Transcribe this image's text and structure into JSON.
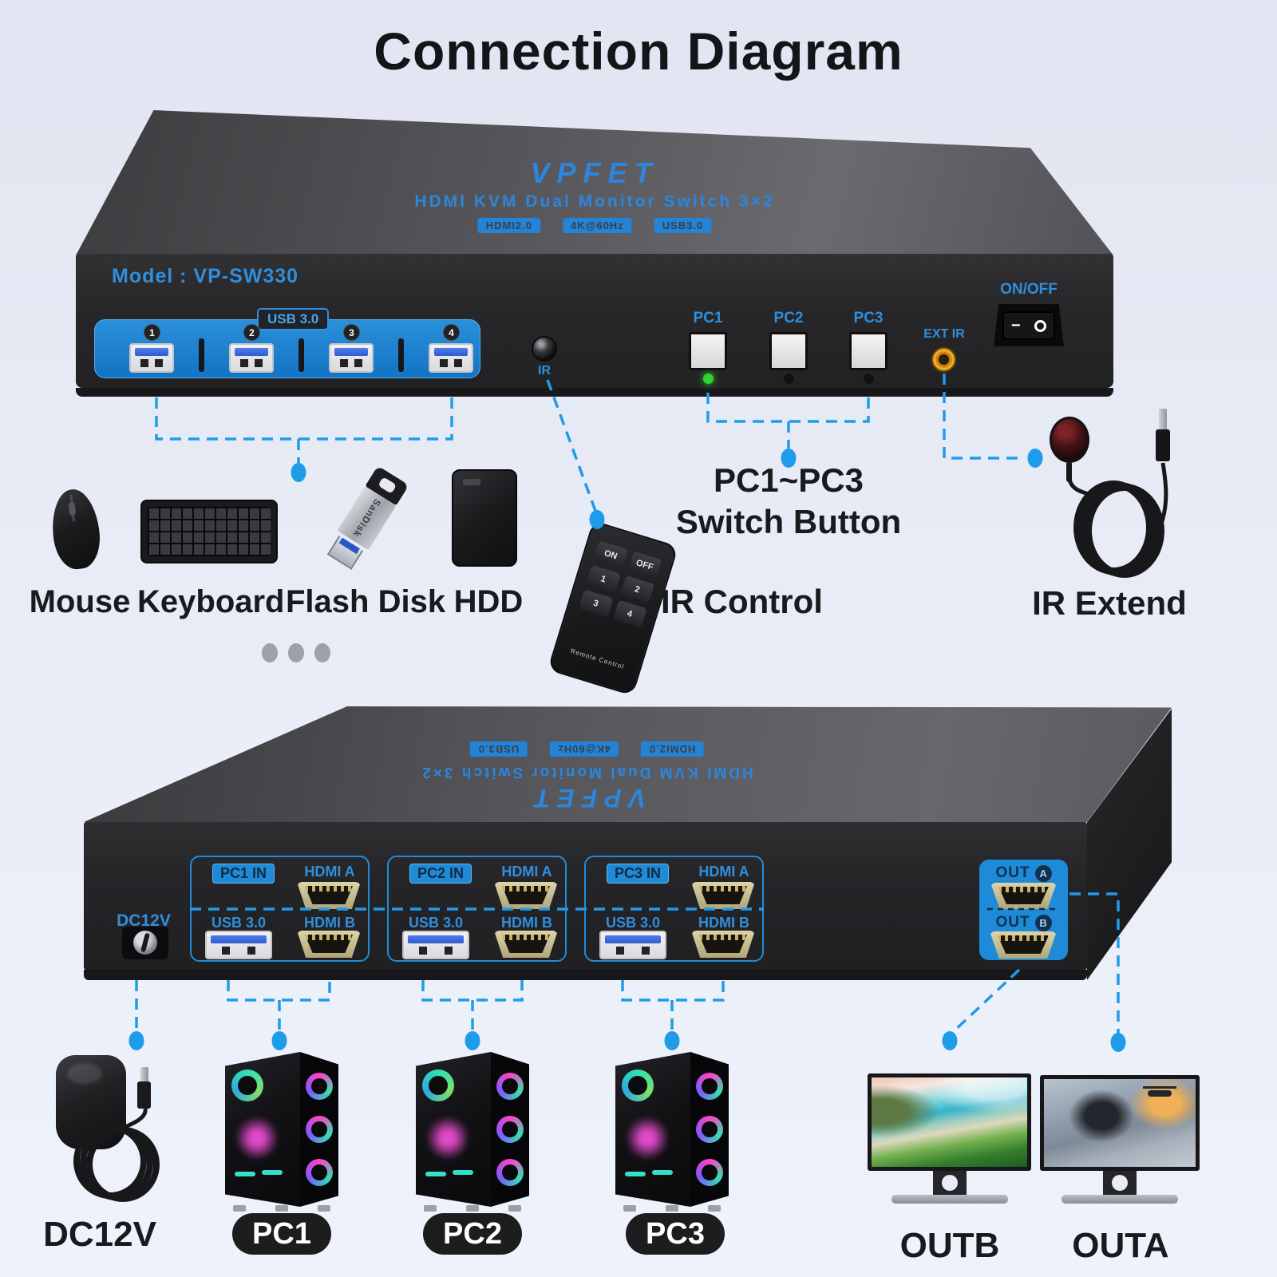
{
  "title": "Connection Diagram",
  "branding": {
    "logo": "VPFET",
    "product": "HDMI KVM Dual Monitor Switch 3×2",
    "badges": [
      "HDMI2.0",
      "4K@60Hz",
      "USB3.0"
    ]
  },
  "front_panel": {
    "model": "Model : VP-SW330",
    "usb_hub_label": "USB 3.0",
    "port_numbers": [
      "1",
      "2",
      "3",
      "4"
    ],
    "ir_label": "IR",
    "pc_buttons": [
      "PC1",
      "PC2",
      "PC3"
    ],
    "ext_ir_label": "EXT IR",
    "power_label": "ON/OFF",
    "rocker_marks": [
      "−",
      ""
    ]
  },
  "peripherals": {
    "mouse": "Mouse",
    "keyboard": "Keyboard",
    "flash_disk": "Flash Disk",
    "flash_brand": "SanDisk",
    "hdd": "HDD"
  },
  "callouts": {
    "switch_line1": "PC1~PC3",
    "switch_line2": "Switch Button",
    "ir_control": "IR Control",
    "ir_extend": "IR Extend"
  },
  "remote": {
    "buttons": [
      "ON",
      "OFF",
      "1",
      "2",
      "3",
      "4"
    ],
    "label": "Remote Control"
  },
  "rear_panel": {
    "dc_label": "DC12V",
    "groups": [
      {
        "label": "PC1 IN",
        "hdmi_a": "HDMI A",
        "usb": "USB 3.0",
        "hdmi_b": "HDMI B"
      },
      {
        "label": "PC2 IN",
        "hdmi_a": "HDMI A",
        "usb": "USB 3.0",
        "hdmi_b": "HDMI B"
      },
      {
        "label": "PC3 IN",
        "hdmi_a": "HDMI A",
        "usb": "USB 3.0",
        "hdmi_b": "HDMI B"
      }
    ],
    "out_word": "OUT",
    "out_a": "A",
    "out_b": "B"
  },
  "bottom_labels": {
    "dc": "DC12V",
    "pcs": [
      "PC1",
      "PC2",
      "PC3"
    ],
    "out_b": "OUTB",
    "out_a": "OUTA"
  }
}
